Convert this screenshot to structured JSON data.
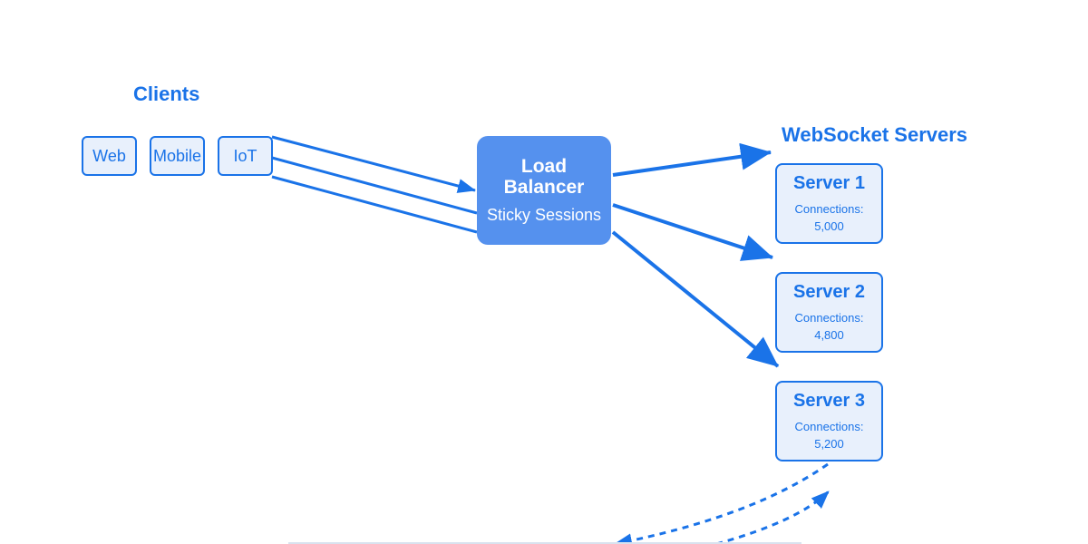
{
  "clients": {
    "title": "Clients",
    "items": [
      {
        "label": "Web"
      },
      {
        "label": "Mobile"
      },
      {
        "label": "IoT"
      }
    ]
  },
  "load_balancer": {
    "title": "Load Balancer",
    "subtitle": "Sticky Sessions"
  },
  "servers": {
    "title": "WebSocket Servers",
    "items": [
      {
        "name": "Server 1",
        "connections_label": "Connections:",
        "connections": "5,000"
      },
      {
        "name": "Server 2",
        "connections_label": "Connections:",
        "connections": "4,800"
      },
      {
        "name": "Server 3",
        "connections_label": "Connections:",
        "connections": "5,200"
      }
    ]
  },
  "colors": {
    "accent": "#1a73e8",
    "load_balancer_fill": "#5591ee",
    "box_fill": "#e8f0fc",
    "text_on_accent": "#ffffff"
  }
}
